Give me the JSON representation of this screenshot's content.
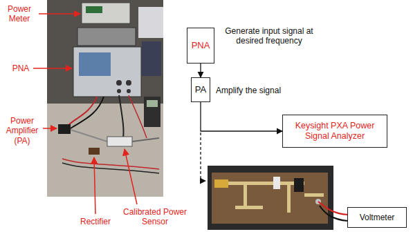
{
  "diagram": {
    "nodes": [
      {
        "text": [
          "PNA"
        ]
      },
      {
        "text": [
          "PA"
        ]
      },
      {
        "text": [
          "Keysight PXA Power Signal Analyzer"
        ]
      },
      {
        "text": [
          "Voltmeter"
        ]
      }
    ],
    "edges": [
      {
        "from": 0,
        "to": 1,
        "arrow": "to"
      },
      {
        "from": 1,
        "to": 2,
        "arrow": "to"
      }
    ],
    "labels": [
      "Generate input signal at desired frequency",
      "Amplify the signal",
      "Power Meter",
      "PNA",
      "Power Amplifier (PA)",
      "Rectifier",
      "Calibrated Power Sensor"
    ]
  }
}
